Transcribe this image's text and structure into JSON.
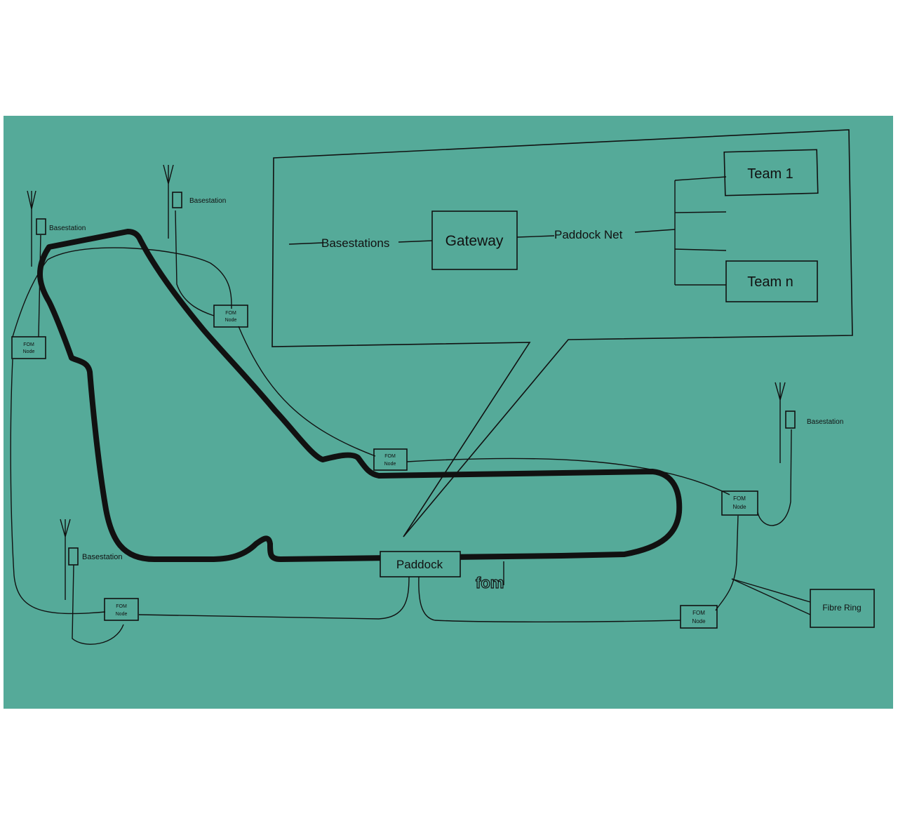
{
  "colors": {
    "background": "#55aa99",
    "ink": "#111111"
  },
  "network_box": {
    "basestations_label": "Basestations",
    "gateway_label": "Gateway",
    "paddock_net_label": "Paddock Net",
    "team_1_label": "Team 1",
    "team_n_label": "Team n"
  },
  "basestations": [
    {
      "label": "Basestation"
    },
    {
      "label": "Basestation"
    },
    {
      "label": "Basestation"
    },
    {
      "label": "Basestation"
    }
  ],
  "fom_nodes": [
    {
      "line1": "FOM",
      "line2": "Node"
    },
    {
      "line1": "FOM",
      "line2": "Node"
    },
    {
      "line1": "FOM",
      "line2": "Node"
    },
    {
      "line1": "FOM",
      "line2": "Node"
    },
    {
      "line1": "FOM",
      "line2": "Node"
    },
    {
      "line1": "FOM",
      "line2": "Node"
    }
  ],
  "paddock_label": "Paddock",
  "fibre_ring_label": "Fibre Ring",
  "logo_text": "fom"
}
